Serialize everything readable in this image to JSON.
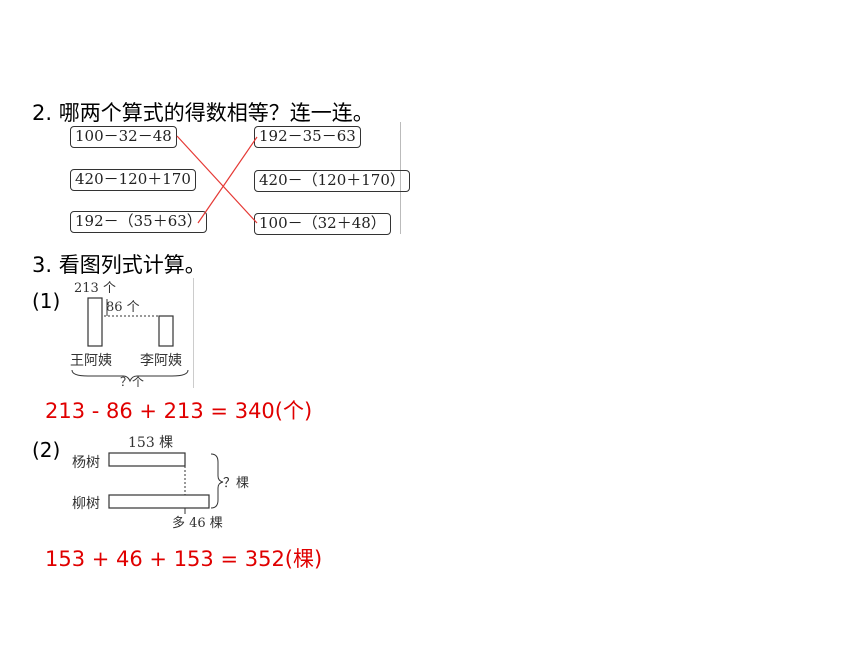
{
  "q2": {
    "heading": "2. 哪两个算式的得数相等？连一连。",
    "left": [
      "100－32－48",
      "420－120＋170",
      "192－（35＋63）"
    ],
    "right": [
      "192－35－63",
      "420－（120＋170）",
      "100－（32＋48）"
    ],
    "lines_color": "#e53935"
  },
  "q3": {
    "heading": "3. 看图列式计算。",
    "p1": {
      "label": "(1)",
      "top_count": "213 个",
      "diff": "86 个",
      "name_a": "王阿姨",
      "name_b": "李阿姨",
      "total": "？个",
      "answer": "213 - 86 + 213 = 340(个)"
    },
    "p2": {
      "label": "(2)",
      "top_count": "153 棵",
      "row_a": "杨树",
      "row_b": "柳树",
      "diff": "多 46 棵",
      "total": "？棵",
      "answer": "153 + 46 + 153 = 352(棵)"
    },
    "answer_color": "#e00000"
  }
}
